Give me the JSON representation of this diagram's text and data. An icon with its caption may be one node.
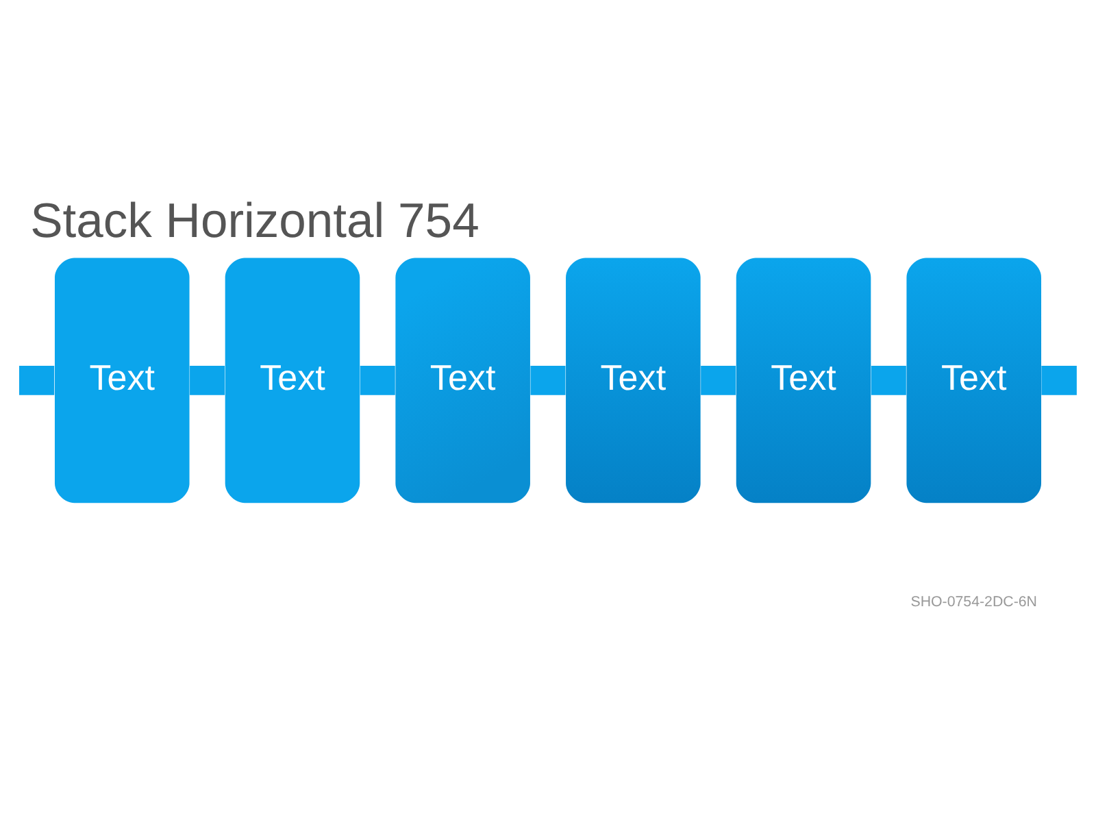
{
  "diagram": {
    "title": "Stack Horizontal 754",
    "nodes": [
      {
        "text": [
          "Text"
        ]
      },
      {
        "text": [
          "Text"
        ]
      },
      {
        "text": [
          "Text"
        ]
      },
      {
        "text": [
          "Text"
        ]
      },
      {
        "text": [
          "Text"
        ]
      },
      {
        "text": [
          "Text"
        ]
      }
    ],
    "edges": [
      {
        "from": null,
        "to": 0,
        "arrow": "none"
      },
      {
        "from": 0,
        "to": 1,
        "arrow": "none"
      },
      {
        "from": 1,
        "to": 2,
        "arrow": "none"
      },
      {
        "from": 2,
        "to": 3,
        "arrow": "none"
      },
      {
        "from": 3,
        "to": 4,
        "arrow": "none"
      },
      {
        "from": 4,
        "to": 5,
        "arrow": "none"
      },
      {
        "from": 5,
        "to": null,
        "arrow": "none"
      }
    ],
    "labels": [
      "SHO-0754-2DC-6N"
    ]
  }
}
